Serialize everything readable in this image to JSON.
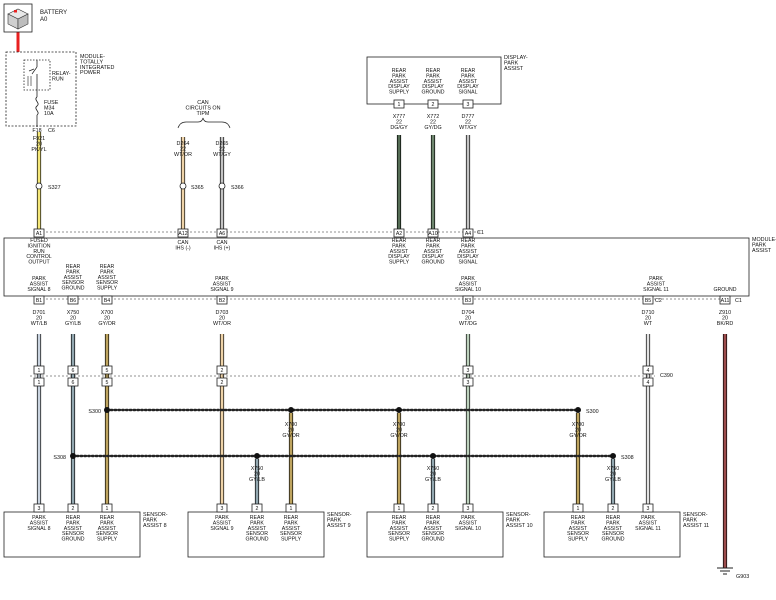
{
  "battery": {
    "name": "BATTERY",
    "ref": "A0"
  },
  "tipm": {
    "lines": [
      "MODULE-",
      "TOTALLY",
      "INTEGRATED",
      "POWER"
    ],
    "relay": [
      "RELAY-",
      "RUN"
    ],
    "fuse": [
      "FUSE",
      "M34",
      "10A"
    ],
    "pin": "F18",
    "conn": "C6"
  },
  "display_module": {
    "name": [
      "DISPLAY-",
      "PARK",
      "ASSIST"
    ],
    "pins": [
      {
        "num": "1",
        "label": [
          "REAR",
          "PARK",
          "ASSIST",
          "DISPLAY",
          "SUPPLY"
        ]
      },
      {
        "num": "2",
        "label": [
          "REAR",
          "PARK",
          "ASSIST",
          "DISPLAY",
          "GROUND"
        ]
      },
      {
        "num": "3",
        "label": [
          "REAR",
          "PARK",
          "ASSIST",
          "DISPLAY",
          "SIGNAL"
        ]
      }
    ]
  },
  "can": {
    "title": [
      "CAN",
      "CIRCUITS ON",
      "TIPM"
    ]
  },
  "wires": {
    "f921": [
      "F921",
      "20",
      "PK/YL"
    ],
    "d264": [
      "D264",
      "22",
      "WT/OR"
    ],
    "d265": [
      "D265",
      "22",
      "WT/GY"
    ],
    "x777": [
      "X777",
      "22",
      "DG/GY"
    ],
    "x772": [
      "X772",
      "22",
      "GY/DG"
    ],
    "d777": [
      "D777",
      "22",
      "WT/GY"
    ],
    "d701": [
      "D701",
      "20",
      "WT/LB"
    ],
    "x750a": [
      "X750",
      "20",
      "GY/LB"
    ],
    "x700a": [
      "X700",
      "20",
      "GY/OR"
    ],
    "d703": [
      "D703",
      "20",
      "WT/OR"
    ],
    "d704": [
      "D704",
      "20",
      "WT/DG"
    ],
    "d710": [
      "D710",
      "20",
      "WT"
    ],
    "z910": [
      "Z910",
      "20",
      "BK/RD"
    ],
    "x700b": [
      "X700",
      "20",
      "GY/OR"
    ],
    "x750b": [
      "X750",
      "20",
      "GY/LB"
    ],
    "x700c": [
      "X700",
      "20",
      "GY/OR"
    ],
    "x750c": [
      "X750",
      "20",
      "GY/LB"
    ],
    "x700d": [
      "X700",
      "20",
      "GY/OR"
    ],
    "x750d": [
      "X750",
      "20",
      "GY/LB"
    ]
  },
  "splices": {
    "s327": "S327",
    "s365": "S365",
    "s366": "S366",
    "s300": "S300",
    "s308": "S308"
  },
  "connectors": {
    "c1": "C1",
    "c2": "C2",
    "c390": "C390"
  },
  "module": {
    "name": [
      "MODULE-",
      "PARK",
      "ASSIST"
    ],
    "top_pins": [
      "A1",
      "A12",
      "A6",
      "A2",
      "A10",
      "A4"
    ],
    "top_labels": {
      "fused": [
        "FUSED",
        "IGNITION",
        "RUN",
        "CONTROL",
        "OUTPUT"
      ],
      "can_minus": [
        "CAN",
        "IHS (-)"
      ],
      "can_plus": [
        "CAN",
        "IHS (+)"
      ],
      "disp_supply": [
        "REAR",
        "PARK",
        "ASSIST",
        "DISPLAY",
        "SUPPLY"
      ],
      "disp_ground": [
        "REAR",
        "PARK",
        "ASSIST",
        "DISPLAY",
        "GROUND"
      ],
      "disp_signal": [
        "REAR",
        "PARK",
        "ASSIST",
        "DISPLAY",
        "SIGNAL"
      ]
    },
    "bottom_pins": [
      "B1",
      "B6",
      "B4",
      "B2",
      "B3",
      "B5",
      "A11"
    ],
    "bottom_labels": {
      "sig8": [
        "PARK",
        "ASSIST",
        "SIGNAL 8"
      ],
      "sens_ground": [
        "REAR",
        "PARK",
        "ASSIST",
        "SENSOR",
        "GROUND"
      ],
      "sens_supply": [
        "REAR",
        "PARK",
        "ASSIST",
        "SENSOR",
        "SUPPLY"
      ],
      "sig9": [
        "PARK",
        "ASSIST",
        "SIGNAL 9"
      ],
      "sig10": [
        "PARK",
        "ASSIST",
        "SIGNAL 10"
      ],
      "sig11": [
        "PARK",
        "ASSIST",
        "SIGNAL 11"
      ],
      "ground": [
        "GROUND"
      ]
    }
  },
  "c390_pins": [
    "1",
    "6",
    "5",
    "2",
    "3",
    "4"
  ],
  "sensors": [
    {
      "name": [
        "SENSOR-",
        "PARK",
        "ASSIST 8"
      ],
      "pins": [
        {
          "num": "3",
          "label": [
            "PARK",
            "ASSIST",
            "SIGNAL 8"
          ]
        },
        {
          "num": "2",
          "label": [
            "REAR",
            "PARK",
            "ASSIST",
            "SENSOR",
            "GROUND"
          ]
        },
        {
          "num": "1",
          "label": [
            "REAR",
            "PARK",
            "ASSIST",
            "SENSOR",
            "SUPPLY"
          ]
        }
      ]
    },
    {
      "name": [
        "SENSOR-",
        "PARK",
        "ASSIST 9"
      ],
      "pins": [
        {
          "num": "3",
          "label": [
            "PARK",
            "ASSIST",
            "SIGNAL 9"
          ]
        },
        {
          "num": "2",
          "label": [
            "REAR",
            "PARK",
            "ASSIST",
            "SENSOR",
            "GROUND"
          ]
        },
        {
          "num": "1",
          "label": [
            "REAR",
            "PARK",
            "ASSIST",
            "SENSOR",
            "SUPPLY"
          ]
        }
      ]
    },
    {
      "name": [
        "SENSOR-",
        "PARK",
        "ASSIST 10"
      ],
      "pins": [
        {
          "num": "1",
          "label": [
            "REAR",
            "PARK",
            "ASSIST",
            "SENSOR",
            "SUPPLY"
          ]
        },
        {
          "num": "2",
          "label": [
            "REAR",
            "PARK",
            "ASSIST",
            "SENSOR",
            "GROUND"
          ]
        },
        {
          "num": "3",
          "label": [
            "PARK",
            "ASSIST",
            "SIGNAL 10"
          ]
        }
      ]
    },
    {
      "name": [
        "SENSOR-",
        "PARK",
        "ASSIST 11"
      ],
      "pins": [
        {
          "num": "1",
          "label": [
            "REAR",
            "PARK",
            "ASSIST",
            "SENSOR",
            "SUPPLY"
          ]
        },
        {
          "num": "2",
          "label": [
            "REAR",
            "PARK",
            "ASSIST",
            "SENSOR",
            "GROUND"
          ]
        },
        {
          "num": "3",
          "label": [
            "PARK",
            "ASSIST",
            "SIGNAL 11"
          ]
        }
      ]
    }
  ],
  "ground": "G903",
  "colors": {
    "pk_yl": "#f2e04c",
    "wt_or": "#e9c48a",
    "wt_gy": "#b0b0b0",
    "dg_gy": "#1d3d1d",
    "gy_dg": "#3f5f3f",
    "wt_lb": "#b8c6d6",
    "gy_lb": "#6f8a96",
    "gy_or": "#a8862a",
    "wt_dg": "#a7c2a7",
    "wt": "#d8d8d8",
    "bk_rd": "#7a1010",
    "battery_red": "#e82020"
  }
}
